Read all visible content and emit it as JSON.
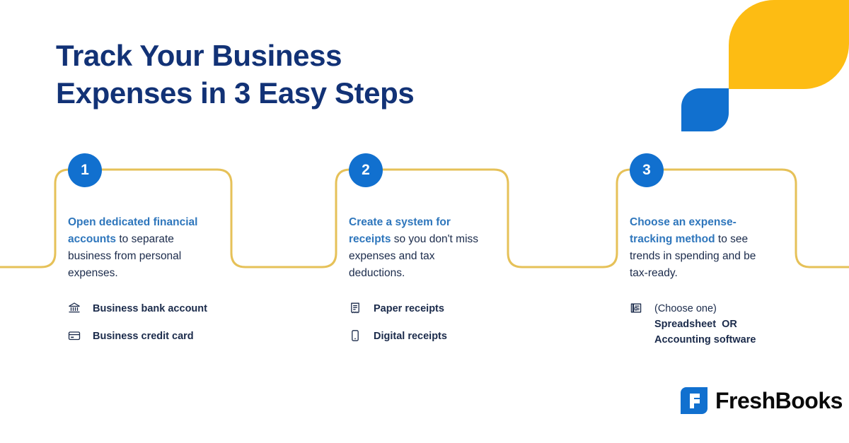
{
  "colors": {
    "navy": "#123276",
    "blue": "#1170CF",
    "link_blue": "#2E76BC",
    "yellow": "#FDBC13",
    "connector_yellow": "#E6C158",
    "body_text": "#1B2B4B",
    "background": "#FFFFFF",
    "logo_text": "#0A0A0A"
  },
  "title": {
    "line1": "Track Your Business",
    "line2": "Expenses in 3 Easy Steps"
  },
  "steps": [
    {
      "number": "1",
      "highlight": "Open dedicated financial accounts",
      "rest": " to separate business from personal expenses.",
      "items": [
        {
          "icon": "bank-icon",
          "text": "Business bank account"
        },
        {
          "icon": "credit-card-icon",
          "text": "Business credit card"
        }
      ]
    },
    {
      "number": "2",
      "highlight": "Create a system for receipts",
      "rest": " so you don't miss expenses and tax deductions.",
      "items": [
        {
          "icon": "receipt-icon",
          "text": "Paper receipts"
        },
        {
          "icon": "mobile-phone-icon",
          "text": "Digital receipts"
        }
      ]
    },
    {
      "number": "3",
      "highlight": "Choose an expense-tracking method",
      "rest": " to see trends in spending and be tax-ready.",
      "items": [
        {
          "icon": "ledger-book-icon",
          "lead": "(Choose one)",
          "option1": "Spreadsheet  OR",
          "option2": "Accounting software"
        }
      ]
    }
  ],
  "logo": {
    "mark": "freshbooks-f-mark",
    "text": "FreshBooks"
  }
}
